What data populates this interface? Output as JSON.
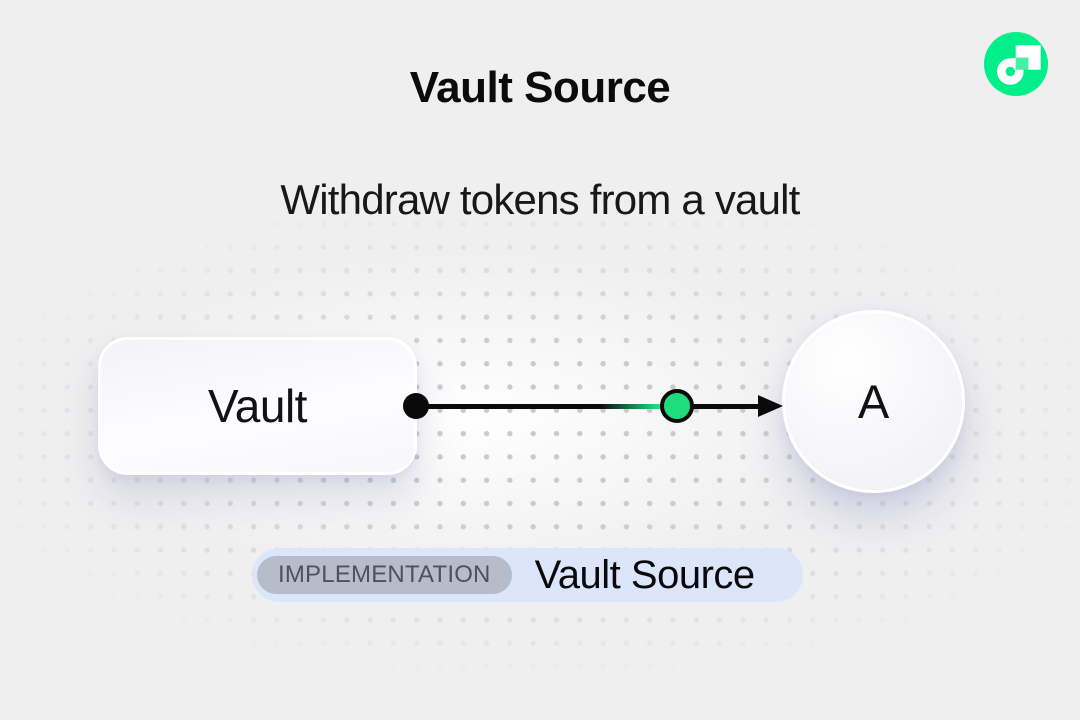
{
  "header": {
    "title": "Vault Source",
    "subtitle": "Withdraw tokens from a vault"
  },
  "logo": {
    "name": "Flow",
    "circle_color": "#00EF8B",
    "glyph_color": "#FFFFFF",
    "accent_square_color": "#45F1A4"
  },
  "diagram": {
    "source_node": {
      "label": "Vault",
      "shape": "rounded-rect"
    },
    "target_node": {
      "label": "A",
      "shape": "circle"
    },
    "edge": {
      "direction": "left-to-right",
      "line_color": "#0A0A0A",
      "token_color": "#1FDC7C"
    }
  },
  "caption": {
    "tag_label": "IMPLEMENTATION",
    "text": "Vault Source",
    "pill_color": "#DBE6FA",
    "tag_pill_color": "#B6BCC9"
  },
  "colors": {
    "background": "#EFEFF0",
    "dot_grid": "#C6C6CB"
  }
}
